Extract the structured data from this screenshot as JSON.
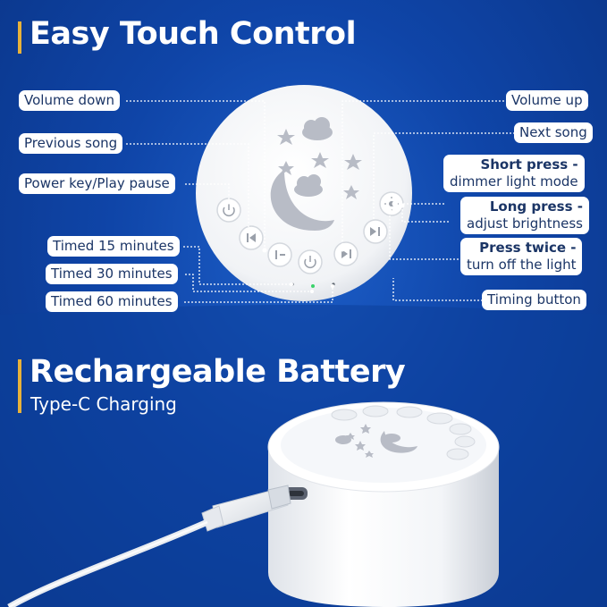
{
  "sections": {
    "touch_title": "Easy Touch Control",
    "battery_title": "Rechargeable Battery",
    "battery_subtitle": "Type-C Charging"
  },
  "left_labels": {
    "volume_down": "Volume down",
    "previous_song": "Previous song",
    "power_key": "Power key/Play pause",
    "timed_15": "Timed 15 minutes",
    "timed_30": "Timed 30 minutes",
    "timed_60": "Timed 60 minutes"
  },
  "right_labels": {
    "volume_up": "Volume up",
    "next_song": "Next song",
    "short_press_title": "Short press -",
    "short_press_desc": "dimmer light mode",
    "long_press_title": "Long press -",
    "long_press_desc": "adjust brightness",
    "press_twice_title": "Press twice -",
    "press_twice_desc": "turn off the light",
    "timing_button": "Timing button"
  },
  "colors": {
    "accent": "#e8b23a",
    "background": "#1052b8",
    "label_text": "#1b3566"
  }
}
